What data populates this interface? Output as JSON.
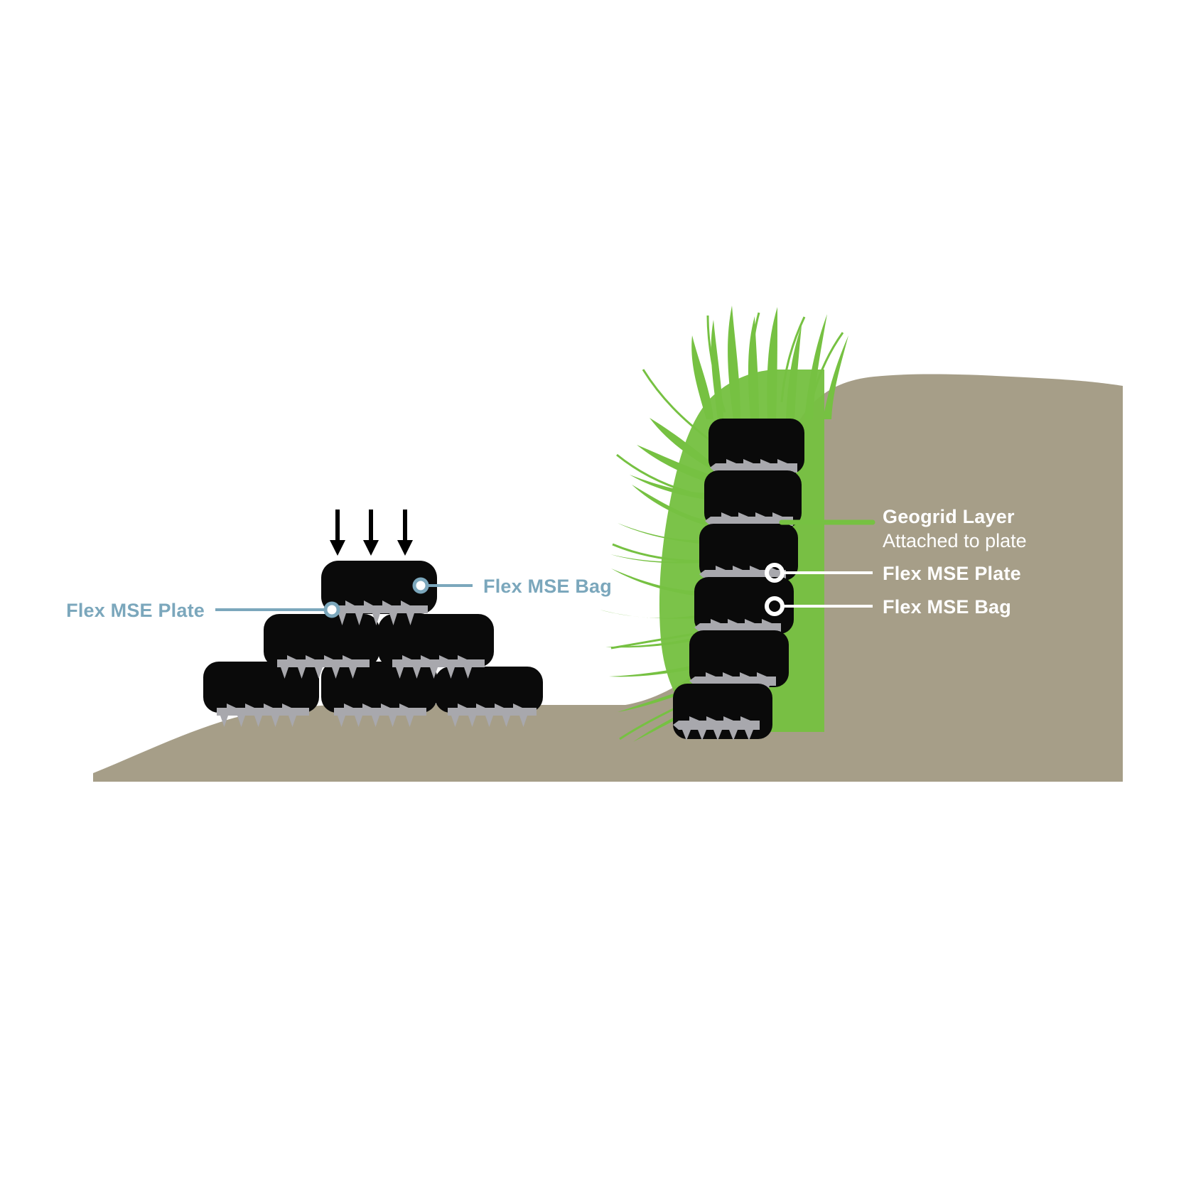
{
  "diagram": {
    "title": "Flex MSE Vegetated Wall System — Cross Section",
    "background_color": "#ffffff",
    "colors": {
      "soil": "#a69e88",
      "bag": "#0a0a0a",
      "plate": "#a8a8ad",
      "grass": "#76c142",
      "label_blue": "#7ba7bc",
      "label_white": "#ffffff",
      "arrow": "#000000",
      "geogrid_line": "#76c142"
    }
  },
  "left_stack": {
    "name": "Gravity wall pyramid stack",
    "rows": 3,
    "bags_per_row": [
      1,
      2,
      3
    ],
    "load_arrows": {
      "count": 3,
      "direction": "down",
      "meaning": "compressive load"
    },
    "callouts": [
      {
        "id": "left-bag",
        "label": "Flex MSE Bag",
        "color": "#7ba7bc",
        "side": "right",
        "target": "top bag body"
      },
      {
        "id": "left-plate",
        "label": "Flex MSE Plate",
        "color": "#7ba7bc",
        "side": "left",
        "target": "plate between courses"
      }
    ]
  },
  "right_stack": {
    "name": "Vegetated reinforced wall against slope",
    "bag_count": 6,
    "vegetation": "grass",
    "callouts": [
      {
        "id": "geogrid",
        "label": "Geogrid Layer",
        "sublabel": "Attached to plate",
        "color": "#ffffff",
        "leader_color": "#76c142",
        "side": "right"
      },
      {
        "id": "right-plate",
        "label": "Flex MSE Plate",
        "sublabel": "",
        "color": "#ffffff",
        "leader_color": "#ffffff",
        "side": "right"
      },
      {
        "id": "right-bag",
        "label": "Flex MSE Bag",
        "sublabel": "",
        "color": "#ffffff",
        "leader_color": "#ffffff",
        "side": "right"
      }
    ]
  },
  "terrain": {
    "name": "soil-embankment",
    "fill": "#a69e88"
  }
}
